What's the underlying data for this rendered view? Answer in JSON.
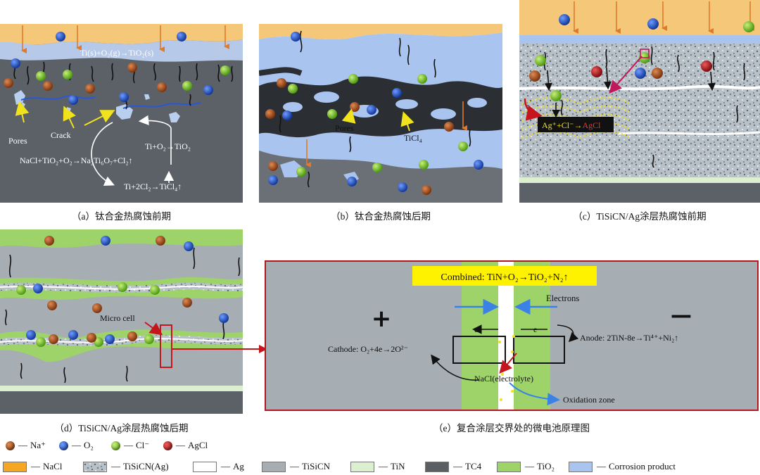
{
  "panels": {
    "a": {
      "caption": "（a）钛合金热腐蚀前期",
      "eq_top": "Ti(s)+O₂(g)→TiO₂(s)",
      "pores": "Pores",
      "crack": "Crack",
      "eq_ti_o2": "Ti+O₂→TiO₂",
      "eq_nacl": "NaCl+TiO₂+O₂→Na₂Ti₆O₇+Cl₂↑",
      "eq_ticl": "Ti+2Cl₂→TiCl₄↑"
    },
    "b": {
      "caption": "（b）钛合金热腐蚀后期",
      "pores": "Pores",
      "ticl": "TiCl₄"
    },
    "c": {
      "caption": "（c）TiSiCN/Ag涂层热腐蚀前期",
      "reaction_prefix": "Ag⁺+Cl⁻→",
      "reaction_product": "AgCl"
    },
    "d": {
      "caption": "（d）TiSiCN/Ag涂层热腐蚀后期",
      "micro_cell": "Micro cell"
    },
    "e": {
      "caption": "（e）复合涂层交界处的微电池原理图",
      "combined": "Combined: TiN+O₂→TiO₂+N₂↑",
      "plus": "+",
      "minus": "—",
      "electrons": "Electrons",
      "e_left": "e",
      "e_right": "e",
      "cathode": "Cathode: O₂+4e→2O²⁻",
      "anode": "Anode: 2TiN-8e→Ti⁴⁺+Ni₂↑",
      "electrolyte": "NaCl(electrolyte)",
      "oxidation": "Oxidation zone"
    }
  },
  "legend": {
    "row1": [
      {
        "label": "Na⁺",
        "color": "#9a4a1c",
        "icon": "sodium-ion-icon"
      },
      {
        "label": "O₂",
        "color": "#2357c9",
        "icon": "oxygen-icon"
      },
      {
        "label": "Cl⁻",
        "color": "#7cc52c",
        "icon": "chloride-ion-icon"
      },
      {
        "label": "AgCl",
        "color": "#b0151d",
        "icon": "silver-chloride-icon"
      }
    ],
    "row2": [
      {
        "label": "NaCl",
        "color": "#f5a623"
      },
      {
        "label": "TiSiCN(Ag)",
        "color": "#b9c1c9"
      },
      {
        "label": "Ag",
        "color": "#ffffff"
      },
      {
        "label": "TiSiCN",
        "color": "#a6adb3"
      },
      {
        "label": "TiN",
        "color": "#dcefcf"
      },
      {
        "label": "TC4",
        "color": "#5b5f63"
      },
      {
        "label": "TiO₂",
        "color": "#9ed36a"
      },
      {
        "label": "Corrosion product",
        "color": "#a9c4ee"
      }
    ]
  }
}
